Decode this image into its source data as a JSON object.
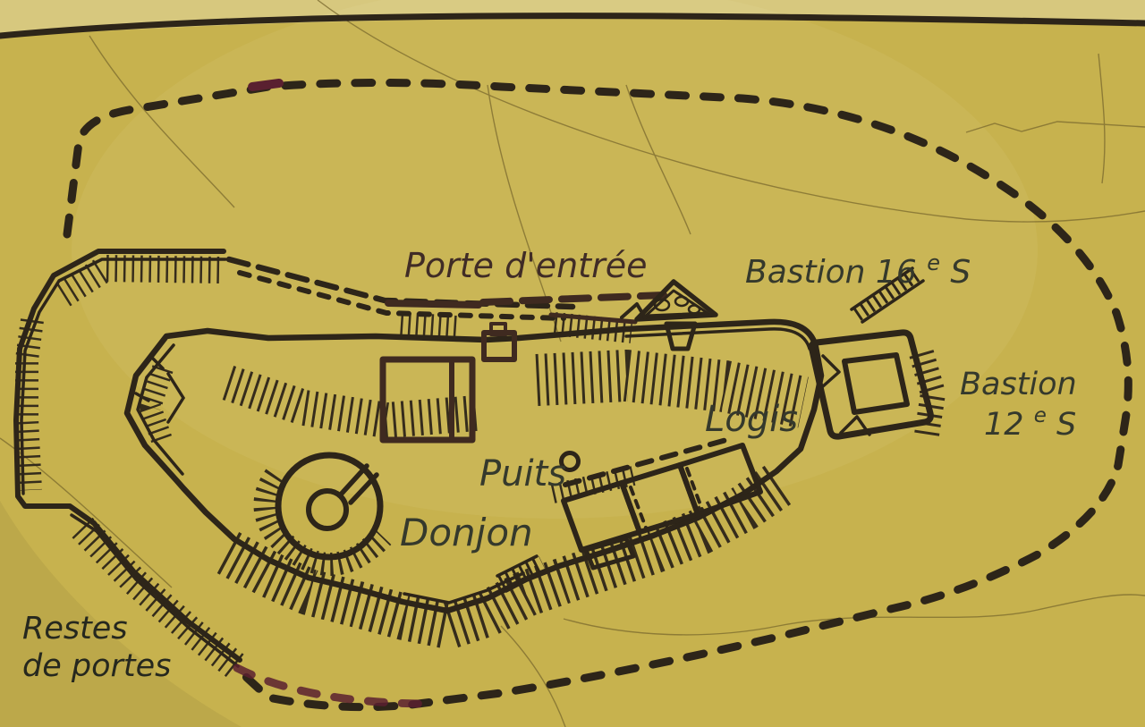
{
  "labels": {
    "entrance": "Porte d'entrée",
    "bastion16": {
      "text": "Bastion 16",
      "sup": "e",
      "suffix": " S"
    },
    "bastion12": {
      "line1": "Bastion",
      "num": "12",
      "sup": "e",
      "suffix": " S"
    },
    "logis": "Logis",
    "puits": "Puits",
    "donjon": "Donjon",
    "restes_line1": "Restes",
    "restes_line2": "de portes"
  },
  "colors": {
    "background": "#c7b24e",
    "top_band": "#d7c87e",
    "ink": "#2d2519",
    "ink_warm": "#3f2a20",
    "maroon": "#5a2030",
    "label": "#35392c",
    "label_dark": "#26281e",
    "label_entrance": "#402c26",
    "crack": "#7a692e"
  }
}
